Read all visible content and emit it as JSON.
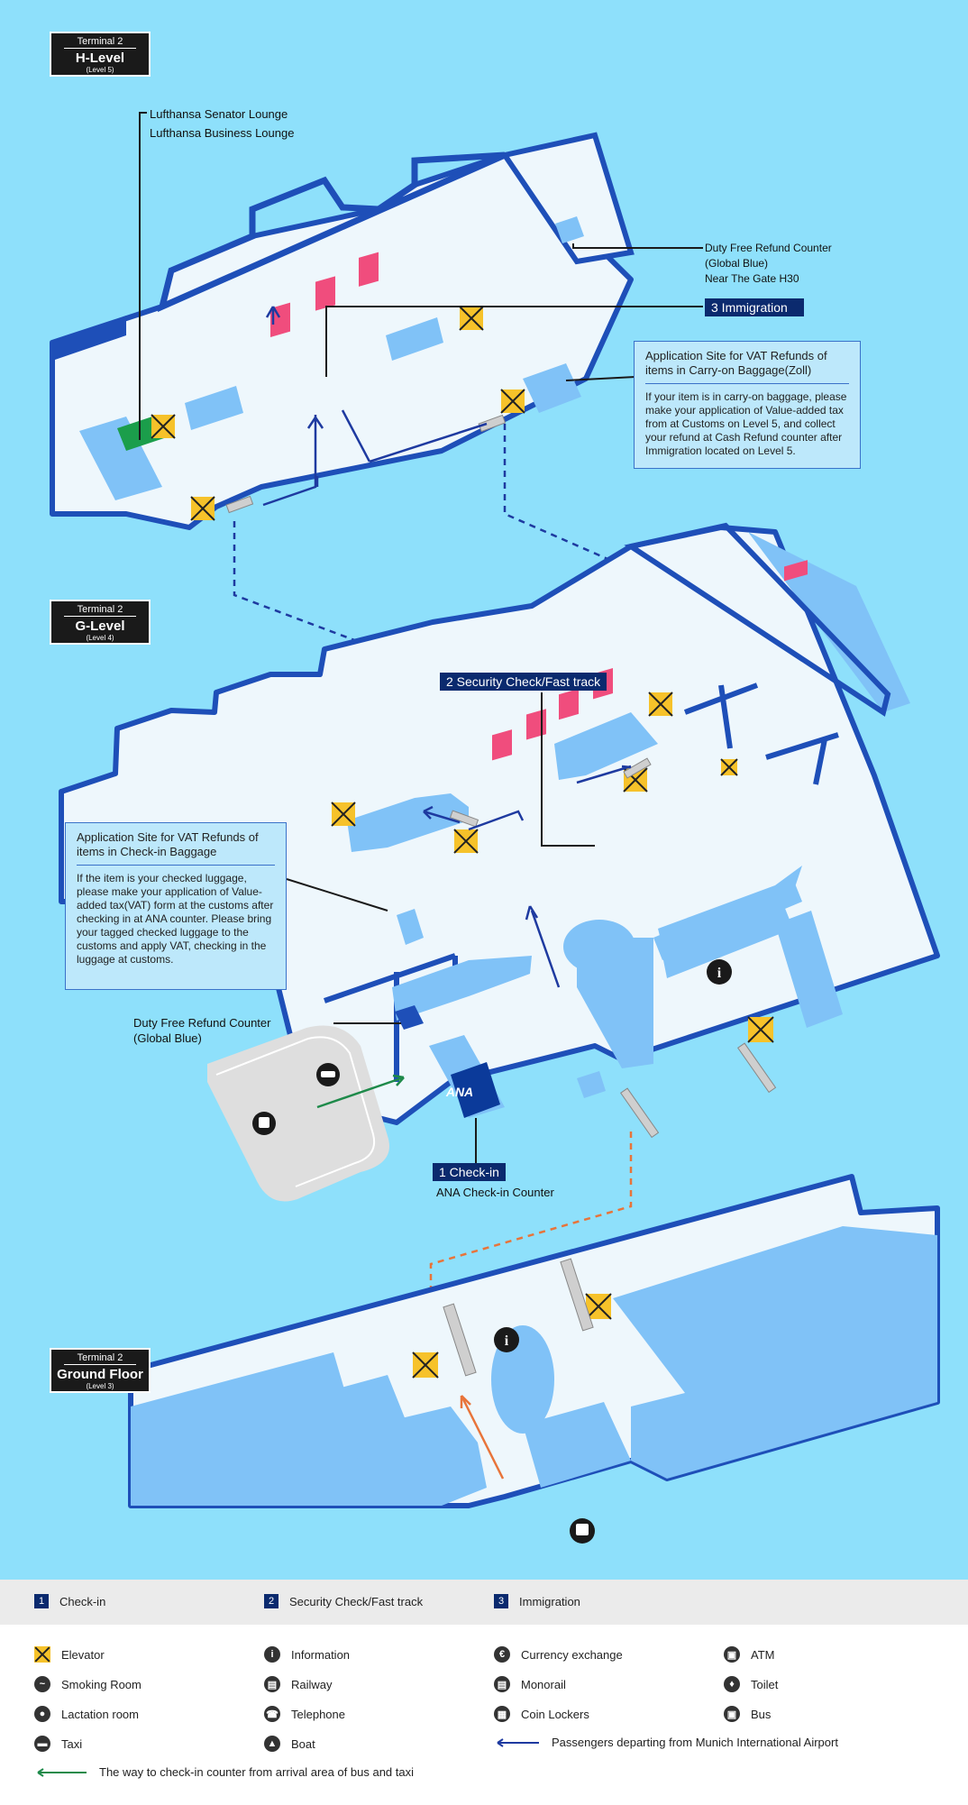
{
  "levels": [
    {
      "terminal": "Terminal 2",
      "name": "H-Level",
      "sub": "(Level 5)"
    },
    {
      "terminal": "Terminal 2",
      "name": "G-Level",
      "sub": "(Level 4)"
    },
    {
      "terminal": "Terminal 2",
      "name": "Ground Floor",
      "sub": "(Level 3)"
    }
  ],
  "labels": {
    "lounge1": "Lufthansa Senator Lounge",
    "lounge2": "Lufthansa Business Lounge",
    "dutyfree_h1": "Duty Free Refund Counter",
    "dutyfree_h2": "(Global Blue)",
    "dutyfree_h3": "Near The Gate H30",
    "immigration_tag": "3 Immigration",
    "security_tag": "2 Security Check/Fast track",
    "checkin_tag": "1 Check-in",
    "ana_counter": "ANA Check-in Counter",
    "dutyfree_g1": "Duty Free Refund Counter",
    "dutyfree_g2": "(Global Blue)",
    "ana_logo": "ANA"
  },
  "vat_carry": {
    "title": "Application Site for VAT Refunds of items in Carry-on Baggage(Zoll)",
    "body": "If your item is in carry-on baggage, please make your application of Value-added tax from at Customs on Level 5, and collect your refund at Cash Refund counter after Immigration located on Level 5."
  },
  "vat_checkin": {
    "title": "Application Site for VAT Refunds of items in Check-in Baggage",
    "body": "If the item is your checked luggage, please make your application of Value- added tax(VAT) form at the  customs after checking in at ANA counter. Please bring your tagged checked luggage to the customs and apply VAT, checking in the luggage at customs."
  },
  "legend": {
    "steps": [
      {
        "num": "1",
        "label": "Check-in"
      },
      {
        "num": "2",
        "label": "Security Check/Fast track"
      },
      {
        "num": "3",
        "label": "Immigration"
      }
    ],
    "items": [
      {
        "icon": "elevator-icon",
        "label": "Elevator"
      },
      {
        "icon": "information-icon",
        "label": "Information"
      },
      {
        "icon": "currency-exchange-icon",
        "label": "Currency exchange"
      },
      {
        "icon": "atm-icon",
        "label": "ATM"
      },
      {
        "icon": "smoking-room-icon",
        "label": "Smoking Room"
      },
      {
        "icon": "railway-icon",
        "label": "Railway"
      },
      {
        "icon": "monorail-icon",
        "label": "Monorail"
      },
      {
        "icon": "toilet-icon",
        "label": "Toilet"
      },
      {
        "icon": "lactation-room-icon",
        "label": "Lactation room"
      },
      {
        "icon": "telephone-icon",
        "label": "Telephone"
      },
      {
        "icon": "coin-lockers-icon",
        "label": "Coin Lockers"
      },
      {
        "icon": "bus-icon",
        "label": "Bus"
      },
      {
        "icon": "taxi-icon",
        "label": "Taxi"
      },
      {
        "icon": "boat-icon",
        "label": "Boat"
      }
    ],
    "departing": "Passengers departing from Munich International Airport",
    "busway": "The way to check-in counter from arrival area of bus and taxi"
  }
}
